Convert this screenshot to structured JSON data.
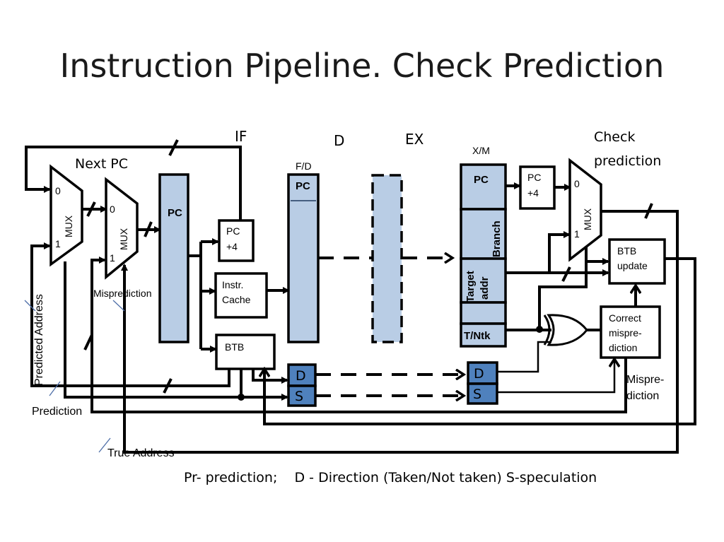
{
  "title": "Instruction Pipeline. Check Prediction",
  "stages": {
    "if": "IF",
    "d": "D",
    "ex": "EX",
    "check": [
      "Check",
      "prediction"
    ]
  },
  "pipeline_registers": {
    "fd": {
      "label": "F/D",
      "field": "PC"
    },
    "xm": {
      "label": "X/M",
      "fields": [
        "PC",
        "Branch",
        "Target",
        "addr",
        "T/Ntk"
      ]
    }
  },
  "blocks": {
    "next_pc": "Next PC",
    "mux": "MUX",
    "mux_in0": "0",
    "mux_in1": "1",
    "pc": "PC",
    "pc_plus4": [
      "PC",
      "+4"
    ],
    "icache": [
      "Instr.",
      "Cache"
    ],
    "btb": "BTB",
    "btb_update": [
      "BTB",
      "update"
    ],
    "correct_mispred": [
      "Correct",
      "mispre-",
      "diction"
    ],
    "d_reg": "D",
    "s_reg": "S"
  },
  "signals": {
    "predicted_address": "Predicted  Address",
    "misprediction": "Misprediction",
    "prediction": "Prediction",
    "true_address": "True Address",
    "mispre_diction": [
      "Mispre-",
      "diction"
    ]
  },
  "legend": "Pr- prediction;    D - Direction (Taken/Not taken) S-speculation",
  "colors": {
    "register_fill": "#b9cde5",
    "ds_register_fill": "#4f81bd",
    "line": "#000000"
  }
}
